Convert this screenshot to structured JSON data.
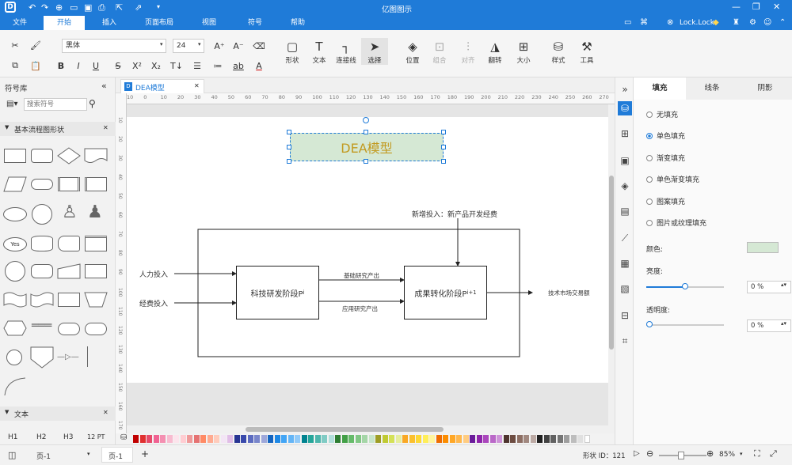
{
  "app_title": "亿图图示",
  "user": "Lock.Lock",
  "menu": [
    "文件",
    "开始",
    "插入",
    "页面布局",
    "视图",
    "符号",
    "帮助"
  ],
  "ribbon": {
    "font_name": "黑体",
    "font_size": "24",
    "shape_label": "形状",
    "text_label": "文本",
    "connector_label": "连接线",
    "select_label": "选择",
    "position_label": "位置",
    "group_label": "组合",
    "align_label": "对齐",
    "flip_label": "翻转",
    "size_label": "大小",
    "style_label": "样式",
    "tools_label": "工具"
  },
  "left_panel": {
    "title": "符号库",
    "search_placeholder": "搜索符号",
    "section_basic": "基本流程图形状",
    "yes_label": "Yes",
    "section_text": "文本",
    "text_samples": [
      "H1",
      "H2",
      "H3",
      "12 PT"
    ]
  },
  "doc_tab": "DEA模型",
  "ruler_h": [
    "10",
    "0",
    "10",
    "20",
    "30",
    "40",
    "50",
    "60",
    "70",
    "80",
    "90",
    "100",
    "110",
    "120",
    "130",
    "140",
    "150",
    "160",
    "170",
    "180",
    "190",
    "200",
    "210",
    "220",
    "230",
    "240",
    "250",
    "260",
    "270"
  ],
  "ruler_v": [
    "10",
    "20",
    "30",
    "40",
    "50",
    "60",
    "70",
    "80",
    "90",
    "100",
    "110",
    "120",
    "130",
    "140",
    "150",
    "160",
    "170"
  ],
  "diagram": {
    "title": "DEA模型",
    "new_input": "新增投入：新产品开发经费",
    "stage1_main": "科技研发阶段P",
    "stage1_sup": "i",
    "stage2_main": "成果转化阶段P",
    "stage2_sup": "i+1",
    "input1": "人力投入",
    "input2": "经费投入",
    "flow1": "基础研究产出",
    "flow2": "应用研究产出",
    "output": "技术市场交易额"
  },
  "right_panel": {
    "tabs": [
      "填充",
      "线条",
      "阴影"
    ],
    "fill_options": [
      "无填充",
      "单色填充",
      "渐变填充",
      "单色渐变填充",
      "图案填充",
      "图片或纹理填充"
    ],
    "selected_fill": 1,
    "color_label": "颜色:",
    "color_value": "#d5e8d4",
    "brightness_label": "亮度:",
    "brightness_value": "0 %",
    "brightness_level": 0.5,
    "transparency_label": "透明度:",
    "transparency_value": "0 %",
    "transparency_level": 0
  },
  "status": {
    "page_select": "页-1",
    "page_tab": "页-1",
    "shape_id": "形状 ID：121",
    "zoom": "85%"
  },
  "palette": [
    "#c00000",
    "#e03030",
    "#e64a6a",
    "#f06292",
    "#f48fb1",
    "#f8bbd0",
    "#fce4ec",
    "#ffcdd2",
    "#ef9a9a",
    "#e57373",
    "#ff8a65",
    "#ffab91",
    "#ffccbc",
    "#f3e5f5",
    "#e1bee7",
    "#283593",
    "#3949ab",
    "#5c6bc0",
    "#7986cb",
    "#9fa8da",
    "#1565c0",
    "#1e88e5",
    "#42a5f5",
    "#64b5f6",
    "#90caf9",
    "#00838f",
    "#26a69a",
    "#4db6ac",
    "#80cbc4",
    "#b2dfdb",
    "#2e7d32",
    "#43a047",
    "#66bb6a",
    "#81c784",
    "#a5d6a7",
    "#c8e6c9",
    "#9e9d24",
    "#c0ca33",
    "#d4e157",
    "#e6ee9c",
    "#f9a825",
    "#fbc02d",
    "#fdd835",
    "#ffee58",
    "#fff59d",
    "#ef6c00",
    "#fb8c00",
    "#ffa726",
    "#ffb74d",
    "#ffcc80",
    "#6a1b9a",
    "#8e24aa",
    "#ab47bc",
    "#ba68c8",
    "#ce93d8",
    "#4e342e",
    "#6d4c41",
    "#8d6e63",
    "#a1887f",
    "#bcaaa4",
    "#212121",
    "#424242",
    "#616161",
    "#757575",
    "#9e9e9e",
    "#bdbdbd",
    "#e0e0e0",
    "#ffffff"
  ]
}
